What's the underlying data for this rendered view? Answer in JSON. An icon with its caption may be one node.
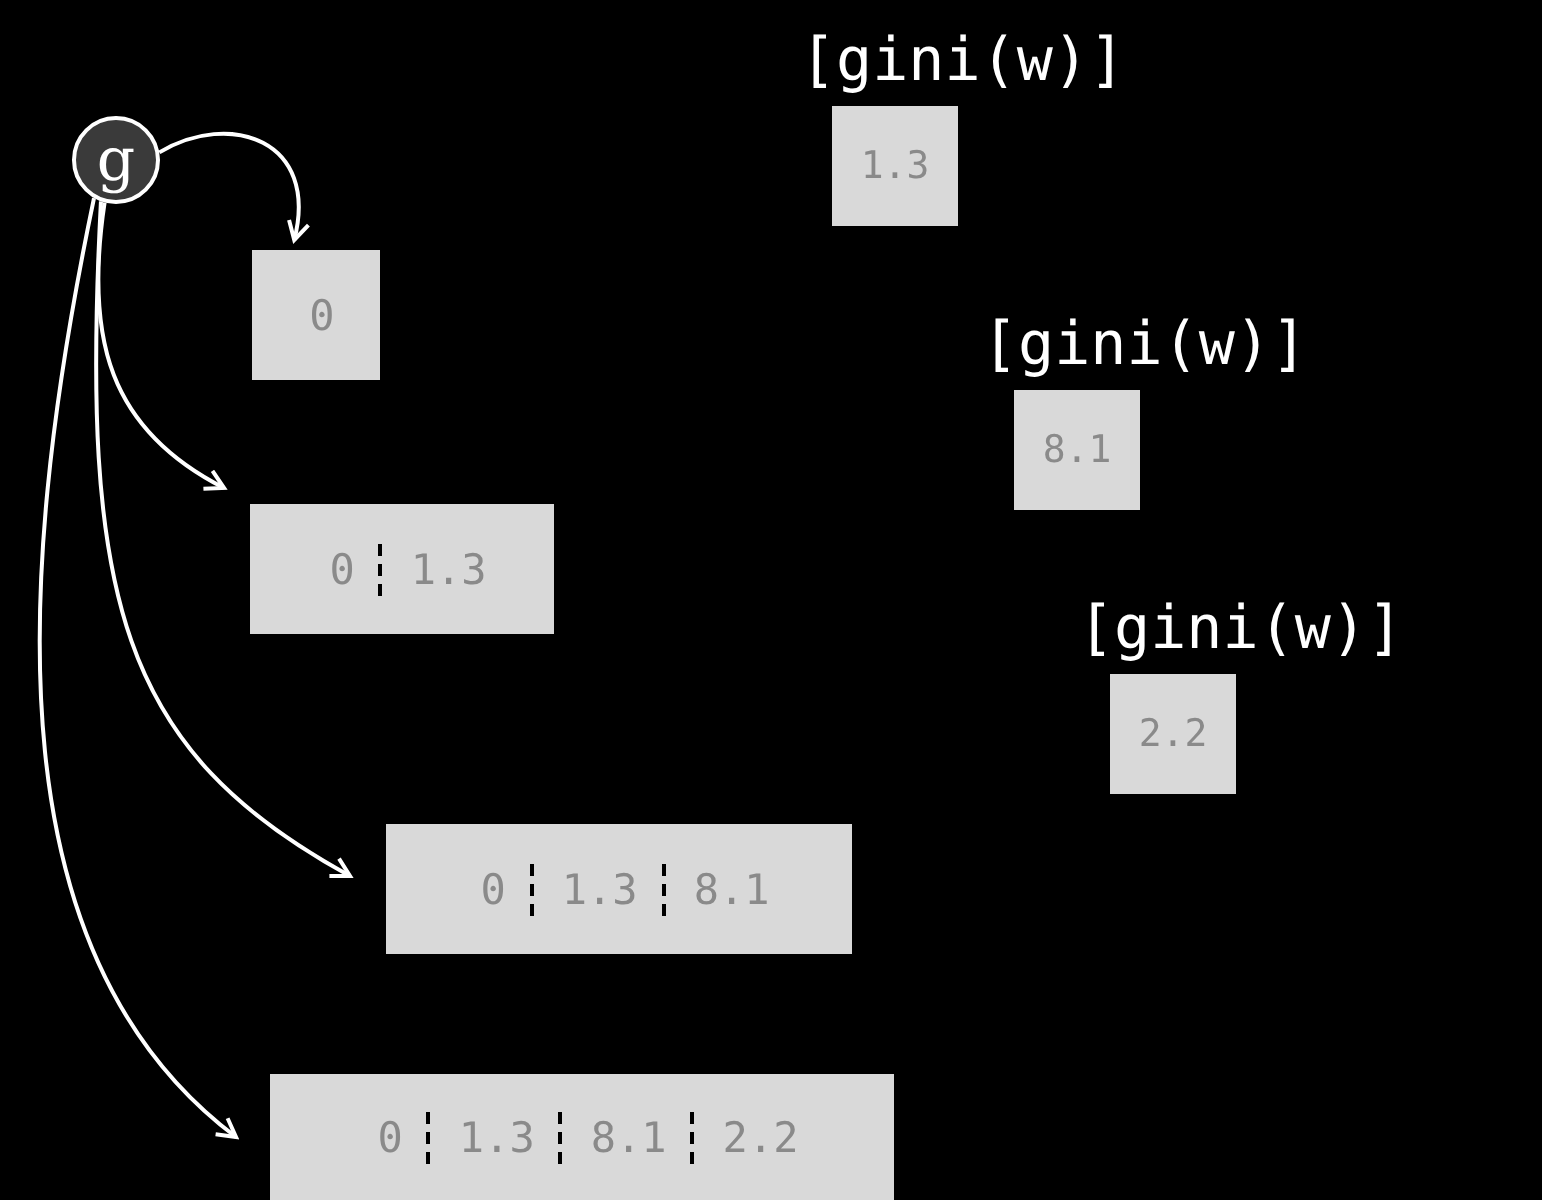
{
  "diagram": {
    "nodes": [
      {
        "text": [
          "g"
        ]
      },
      {
        "text": [
          "0"
        ]
      },
      {
        "text": [
          "0",
          "1.3"
        ]
      },
      {
        "text": [
          "0",
          "1.3",
          "8.1"
        ]
      },
      {
        "text": [
          "0",
          "1.3",
          "8.1",
          "2.2"
        ]
      },
      {
        "text": [
          "[gini(w)]",
          "1.3"
        ]
      },
      {
        "text": [
          "[gini(w)]",
          "8.1"
        ]
      },
      {
        "text": [
          "[gini(w)]",
          "2.2"
        ]
      }
    ],
    "edges": [
      {
        "from": 0,
        "to": 1,
        "arrow": "to"
      },
      {
        "from": 0,
        "to": 2,
        "arrow": "to"
      },
      {
        "from": 0,
        "to": 3,
        "arrow": "to"
      },
      {
        "from": 0,
        "to": 4,
        "arrow": "to"
      }
    ]
  }
}
